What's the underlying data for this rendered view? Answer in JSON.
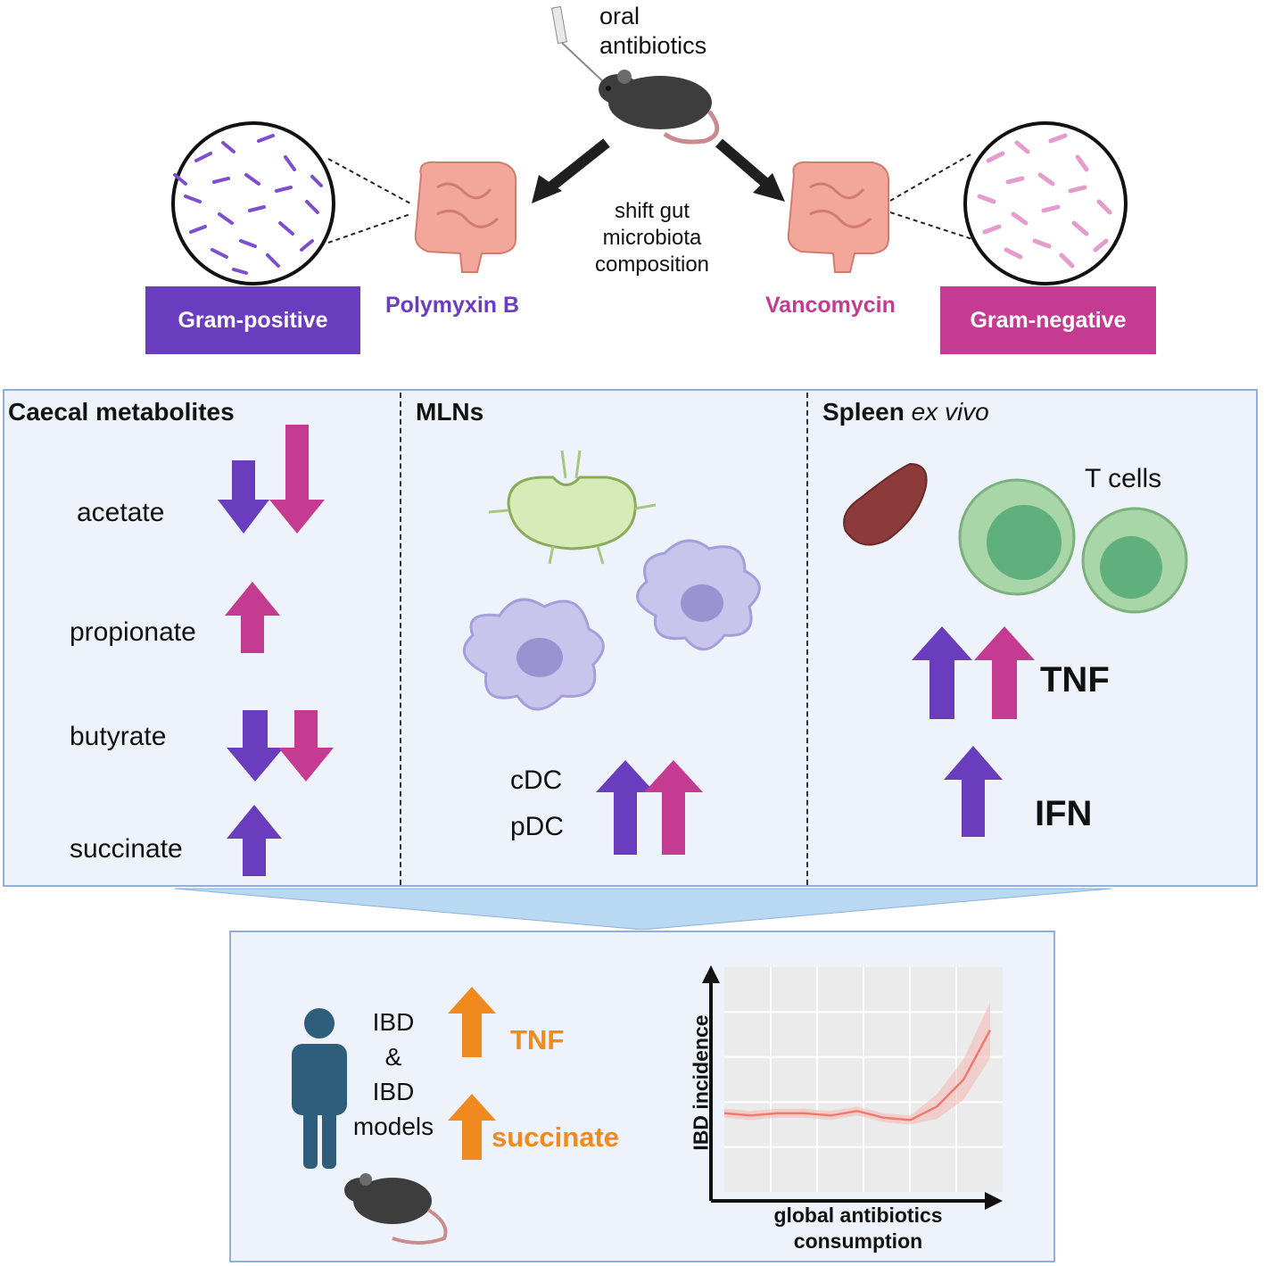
{
  "top": {
    "oral_antibiotics": "oral\nantibiotics",
    "shift_text": "shift gut\nmicrobiota\ncomposition",
    "left_drug": "Polymyxin B",
    "right_drug": "Vancomycin",
    "left_label": "Gram-positive",
    "right_label": "Gram-negative"
  },
  "colors": {
    "purple": "#6a3dbf",
    "magenta": "#c63b92",
    "orange": "#f08a1e",
    "panel_bg": "#eef3fb",
    "panel_border": "#8fb0dc"
  },
  "panels": {
    "caecal": {
      "title": "Caecal metabolites",
      "items": [
        "acetate",
        "propionate",
        "butyrate",
        "succinate"
      ]
    },
    "mlns": {
      "title": "MLNs",
      "cdc": "cDC",
      "pdc": "pDC"
    },
    "spleen": {
      "title_main": "Spleen",
      "title_italic": "ex vivo",
      "tcells": "T cells",
      "tnf": "TNF",
      "ifn": "IFN"
    }
  },
  "bottom": {
    "ibd_lines": [
      "IBD",
      "&",
      "IBD",
      "models"
    ],
    "tnf": "TNF",
    "succinate": "succinate",
    "chart": {
      "ylabel": "IBD incidence",
      "xlabel": "global antibiotics\nconsumption"
    }
  },
  "chart_data": {
    "type": "line",
    "title": "",
    "xlabel": "global antibiotics consumption",
    "ylabel": "IBD incidence",
    "grid": true,
    "x": [
      0,
      0.1,
      0.2,
      0.3,
      0.4,
      0.5,
      0.6,
      0.7,
      0.8,
      0.9,
      1.0
    ],
    "series": [
      {
        "values": [
          0.35,
          0.34,
          0.35,
          0.35,
          0.34,
          0.36,
          0.33,
          0.32,
          0.38,
          0.5,
          0.72
        ]
      }
    ]
  }
}
